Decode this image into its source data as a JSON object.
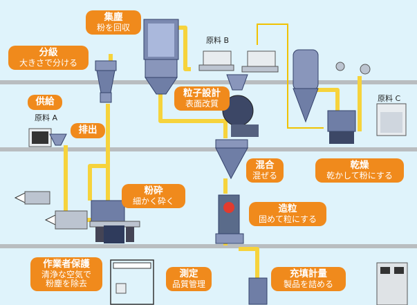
{
  "labels": [
    {
      "id": "collect",
      "title": "集塵",
      "sub": "粉を回収"
    },
    {
      "id": "classify",
      "title": "分級",
      "sub": "大きさで分ける"
    },
    {
      "id": "feed",
      "title": "供給",
      "sub": ""
    },
    {
      "id": "discharge",
      "title": "排出",
      "sub": ""
    },
    {
      "id": "particle",
      "title": "粒子設計",
      "sub": "表面改質"
    },
    {
      "id": "mix",
      "title": "混合",
      "sub": "混ぜる"
    },
    {
      "id": "dry",
      "title": "乾燥",
      "sub": "乾かして粉にする"
    },
    {
      "id": "crush",
      "title": "粉砕",
      "sub": "細かく砕く"
    },
    {
      "id": "granulate",
      "title": "造粒",
      "sub": "固めて粒にする"
    },
    {
      "id": "protect",
      "title": "作業者保護",
      "sub1": "清浄な空気で",
      "sub2": "粉塵を除去"
    },
    {
      "id": "measure",
      "title": "測定",
      "sub": "品質管理"
    },
    {
      "id": "fill",
      "title": "充填計量",
      "sub": "製品を詰める"
    }
  ],
  "raw_materials": {
    "a": "原料 A",
    "b": "原料 B",
    "c": "原料 C"
  },
  "colors": {
    "background": "#dff3fb",
    "label": "#f08a1c",
    "pipe": "#f6d33c",
    "floor": "#b9bdc0",
    "equipment": "#5a6b8a"
  }
}
